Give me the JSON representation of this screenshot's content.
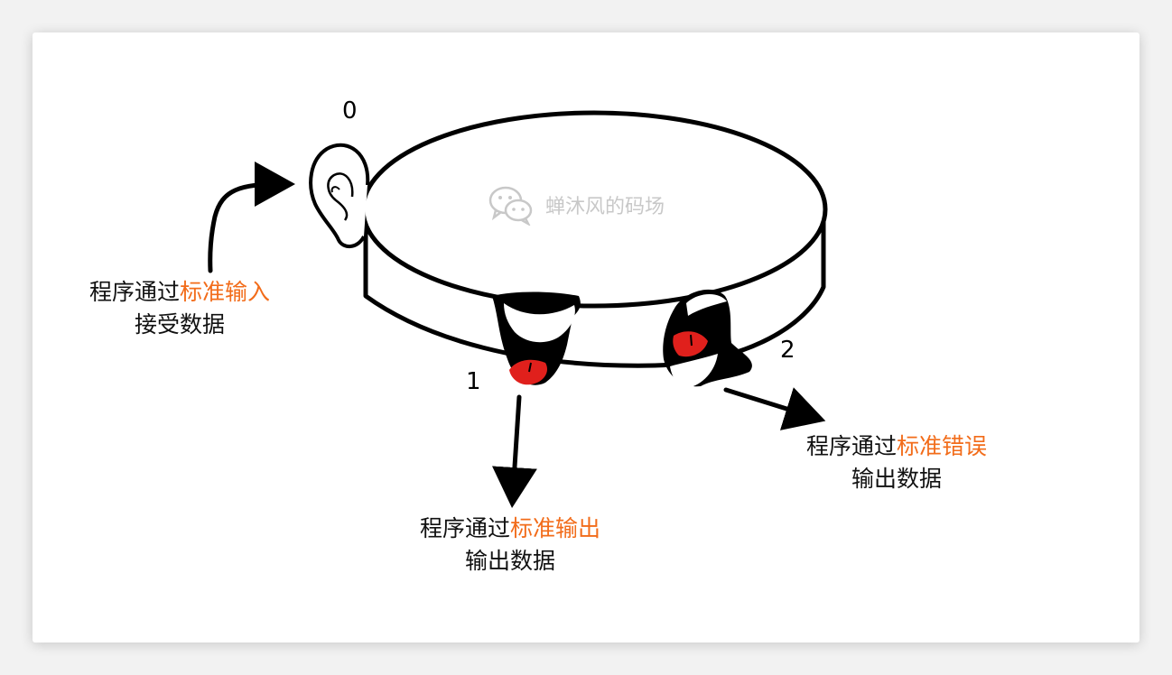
{
  "labels": {
    "stdin_fd": "0",
    "stdout_fd": "1",
    "stderr_fd": "2"
  },
  "captions": {
    "stdin": {
      "prefix": "程序通过",
      "highlight": "标准输入",
      "line2": "接受数据"
    },
    "stdout": {
      "prefix": "程序通过",
      "highlight": "标准输出",
      "line2": "输出数据"
    },
    "stderr": {
      "prefix": "程序通过",
      "highlight": "标准错误",
      "line2": "输出数据"
    }
  },
  "watermark": {
    "icon": "wechat-icon",
    "text": "蝉沐风的码场"
  },
  "colors": {
    "highlight": "#f26c1a",
    "mouth_red": "#e0201c"
  }
}
